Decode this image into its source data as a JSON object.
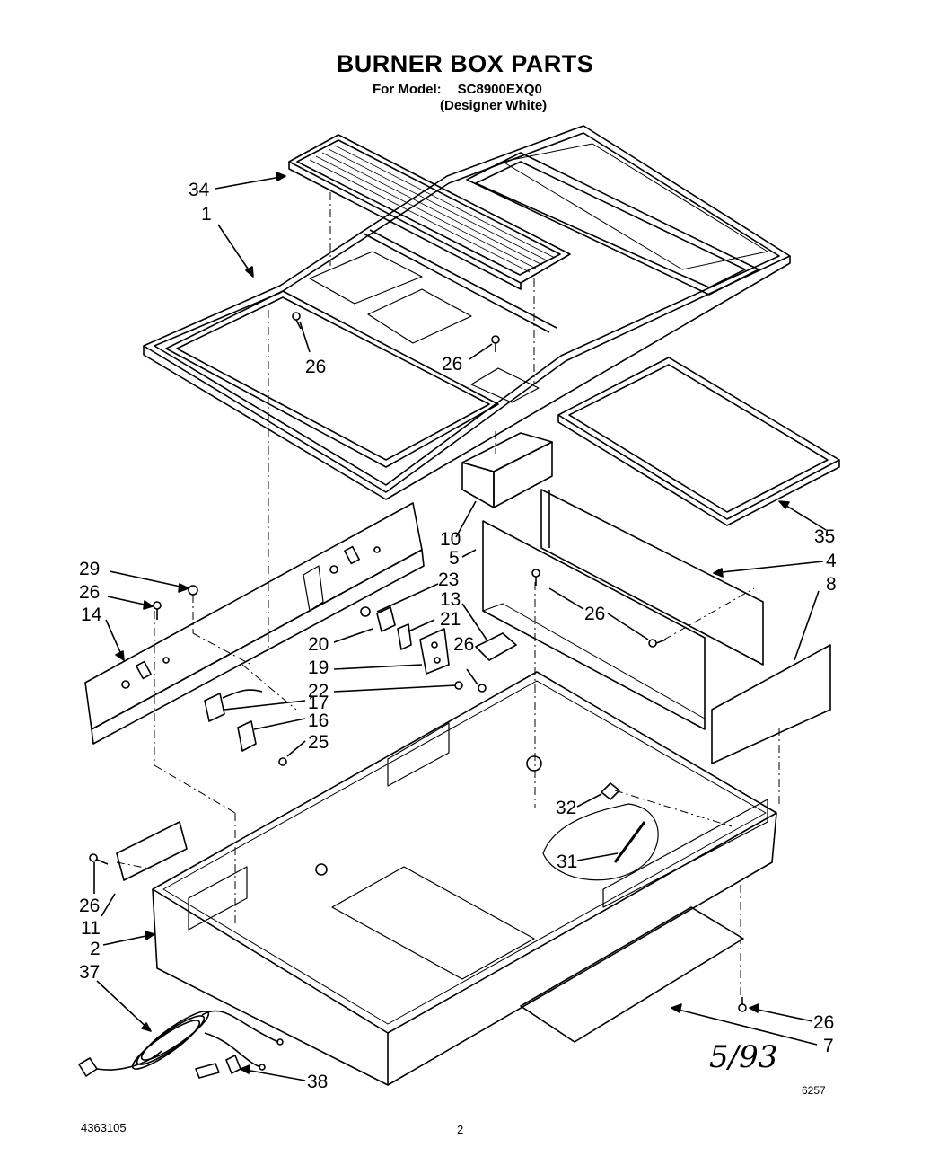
{
  "header": {
    "title": "BURNER BOX PARTS",
    "model_label": "For Model:",
    "model_number": "SC8900EXQ0",
    "variant": "(Designer White)"
  },
  "callouts": [
    {
      "id": "c34",
      "text": "34"
    },
    {
      "id": "c1",
      "text": "1"
    },
    {
      "id": "c26a",
      "text": "26"
    },
    {
      "id": "c26b",
      "text": "26"
    },
    {
      "id": "c10",
      "text": "10"
    },
    {
      "id": "c5",
      "text": "5"
    },
    {
      "id": "c35",
      "text": "35"
    },
    {
      "id": "c4",
      "text": "4"
    },
    {
      "id": "c8",
      "text": "8"
    },
    {
      "id": "c29",
      "text": "29"
    },
    {
      "id": "c26c",
      "text": "26"
    },
    {
      "id": "c14",
      "text": "14"
    },
    {
      "id": "c23",
      "text": "23"
    },
    {
      "id": "c13",
      "text": "13"
    },
    {
      "id": "c21",
      "text": "21"
    },
    {
      "id": "c20",
      "text": "20"
    },
    {
      "id": "c26d",
      "text": "26"
    },
    {
      "id": "c26e",
      "text": "26"
    },
    {
      "id": "c19",
      "text": "19"
    },
    {
      "id": "c22",
      "text": "22"
    },
    {
      "id": "c17",
      "text": "17"
    },
    {
      "id": "c16",
      "text": "16"
    },
    {
      "id": "c25",
      "text": "25"
    },
    {
      "id": "c32",
      "text": "32"
    },
    {
      "id": "c31",
      "text": "31"
    },
    {
      "id": "c26f",
      "text": "26"
    },
    {
      "id": "c11",
      "text": "11"
    },
    {
      "id": "c2",
      "text": "2"
    },
    {
      "id": "c37",
      "text": "37"
    },
    {
      "id": "c26g",
      "text": "26"
    },
    {
      "id": "c7",
      "text": "7"
    },
    {
      "id": "c38",
      "text": "38"
    }
  ],
  "annotations": {
    "handwritten_date": "5/93",
    "drawing_code": "6257"
  },
  "footer": {
    "part_number": "4363105",
    "page_number": "2"
  }
}
